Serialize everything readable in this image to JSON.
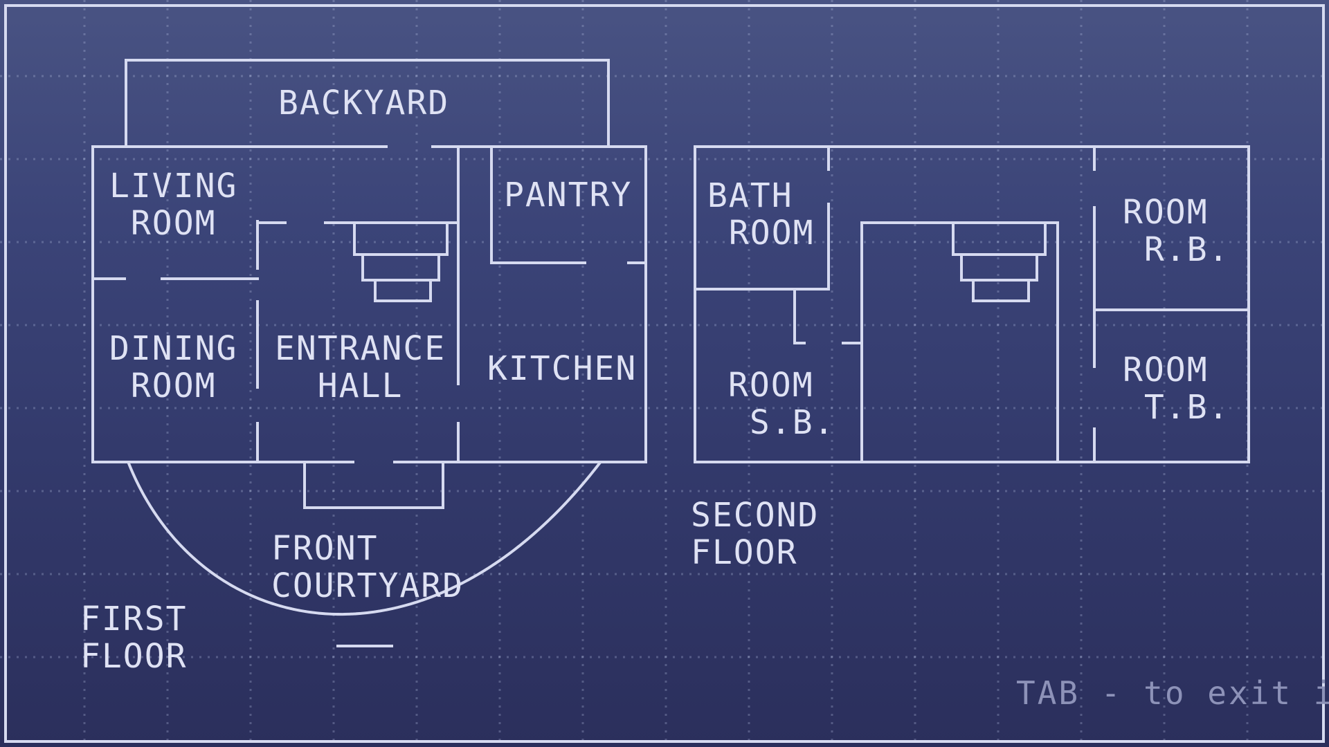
{
  "colors": {
    "background_top": "#495383",
    "background_bottom": "#2b2f5c",
    "walls": "#d6daf0",
    "text": "#dfe2f4",
    "hint_text": "#8d92b8"
  },
  "floors": {
    "first": {
      "label": "FIRST\nFLOOR",
      "rooms": {
        "backyard": "BACKYARD",
        "living_room": "LIVING\n ROOM",
        "dining_room": "DINING\n ROOM",
        "entrance_hall": "ENTRANCE\n  HALL",
        "pantry": "PANTRY",
        "kitchen": "KITCHEN",
        "front_courtyard": "FRONT\nCOURTYARD"
      }
    },
    "second": {
      "label": "SECOND\nFLOOR",
      "rooms": {
        "bath_room": "BATH\n ROOM",
        "room_sb": "ROOM\n S.B.",
        "room_rb": "ROOM\n R.B.",
        "room_tb": "ROOM\n T.B."
      }
    }
  },
  "hint": "TAB - to exit it"
}
